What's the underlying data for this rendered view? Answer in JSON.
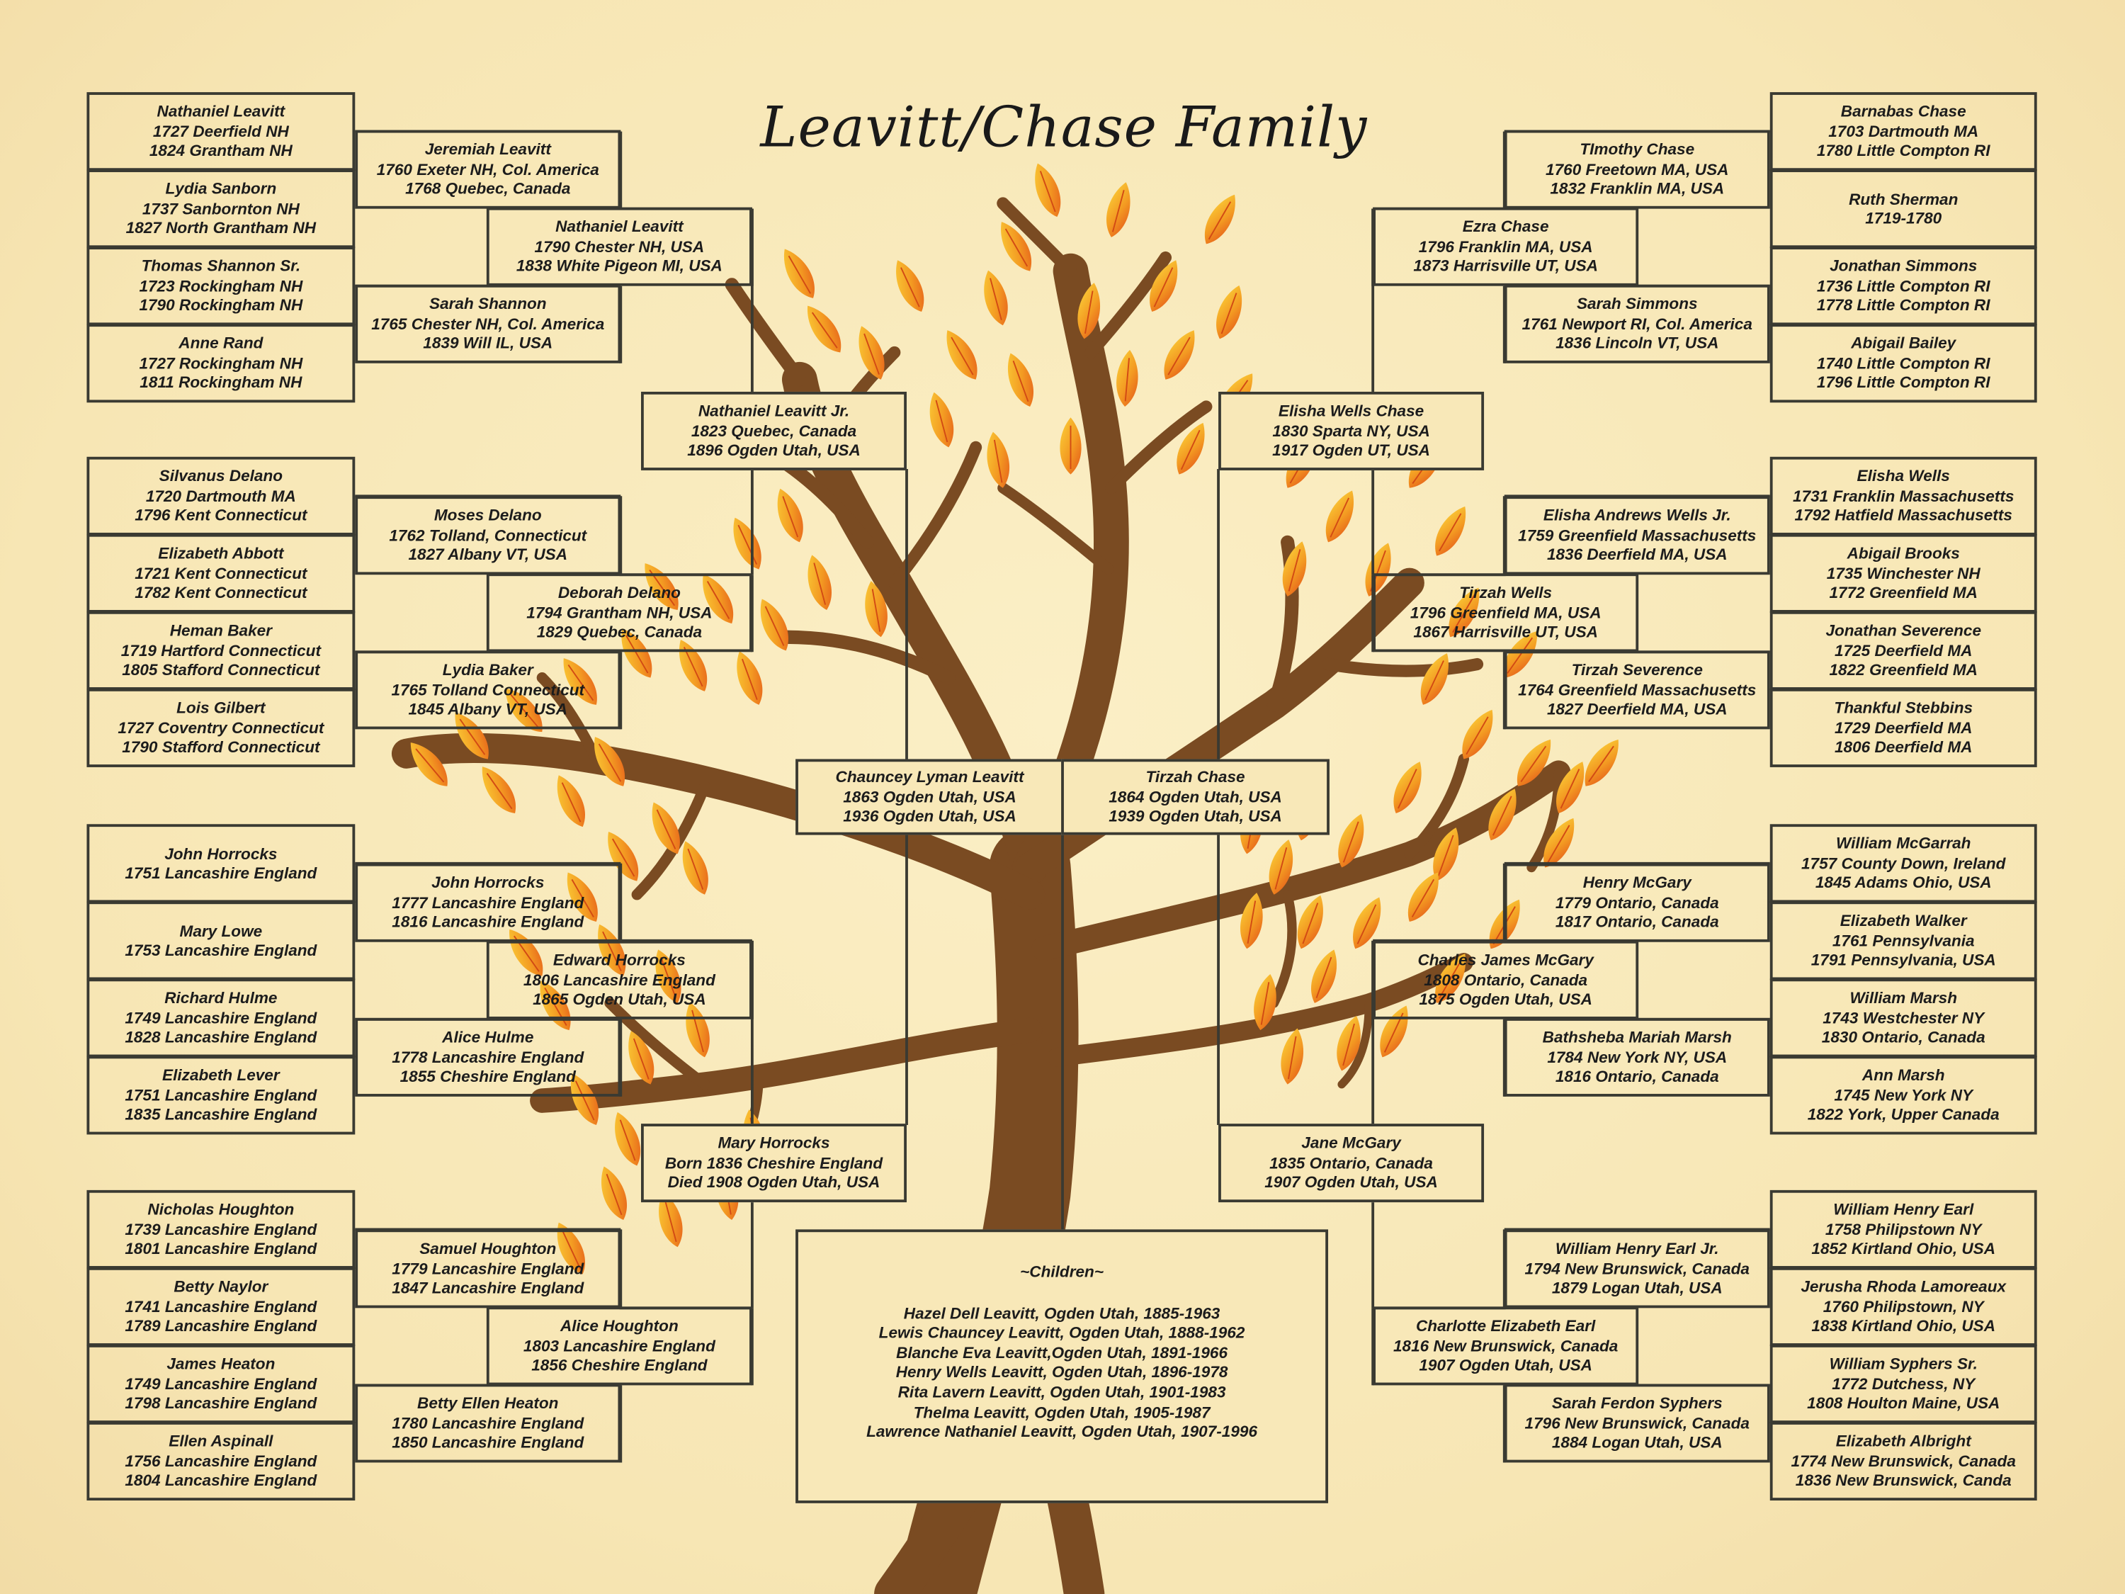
{
  "title": "Leavitt/Chase Family",
  "people": {
    "nathaniel_leavitt_1727": [
      "Nathaniel Leavitt",
      "1727 Deerfield NH",
      "1824 Grantham NH"
    ],
    "lydia_sanborn": [
      "Lydia Sanborn",
      "1737 Sanbornton NH",
      "1827 North Grantham NH"
    ],
    "thomas_shannon": [
      "Thomas Shannon Sr.",
      "1723 Rockingham NH",
      "1790 Rockingham NH"
    ],
    "anne_rand": [
      "Anne Rand",
      "1727 Rockingham NH",
      "1811 Rockingham NH"
    ],
    "jeremiah_leavitt": [
      "Jeremiah Leavitt",
      "1760 Exeter NH, Col. America",
      "1768 Quebec, Canada"
    ],
    "sarah_shannon": [
      "Sarah Shannon",
      "1765 Chester NH, Col. America",
      "1839 Will IL, USA"
    ],
    "nathaniel_leavitt_1790": [
      "Nathaniel Leavitt",
      "1790 Chester NH, USA",
      "1838 White Pigeon MI, USA"
    ],
    "nathaniel_leavitt_jr": [
      "Nathaniel Leavitt Jr.",
      "1823 Quebec, Canada",
      "1896 Ogden Utah, USA"
    ],
    "silvanus_delano": [
      "Silvanus Delano",
      "1720 Dartmouth MA",
      "1796 Kent Connecticut"
    ],
    "elizabeth_abbott": [
      "Elizabeth Abbott",
      "1721 Kent Connecticut",
      "1782 Kent Connecticut"
    ],
    "heman_baker": [
      "Heman Baker",
      "1719 Hartford Connecticut",
      "1805 Stafford Connecticut"
    ],
    "lois_gilbert": [
      "Lois Gilbert",
      "1727 Coventry Connecticut",
      "1790 Stafford Connecticut"
    ],
    "moses_delano": [
      "Moses Delano",
      "1762 Tolland, Connecticut",
      "1827 Albany VT, USA"
    ],
    "lydia_baker": [
      "Lydia Baker",
      "1765 Tolland Connecticut",
      "1845 Albany VT, USA"
    ],
    "deborah_delano": [
      "Deborah Delano",
      "1794 Grantham NH, USA",
      "1829 Quebec, Canada"
    ],
    "chauncey_lyman_leavitt": [
      "Chauncey Lyman Leavitt",
      "1863 Ogden Utah, USA",
      "1936 Ogden Utah, USA"
    ],
    "john_horrocks_1751": [
      "John Horrocks",
      "1751 Lancashire England"
    ],
    "mary_lowe": [
      "Mary Lowe",
      "1753 Lancashire England"
    ],
    "richard_hulme": [
      "Richard Hulme",
      "1749 Lancashire England",
      "1828 Lancashire England"
    ],
    "elizabeth_lever": [
      "Elizabeth Lever",
      "1751 Lancashire England",
      "1835 Lancashire England"
    ],
    "john_horrocks_1777": [
      "John Horrocks",
      "1777 Lancashire England",
      "1816 Lancashire England"
    ],
    "alice_hulme": [
      "Alice Hulme",
      "1778 Lancashire England",
      "1855 Cheshire England"
    ],
    "edward_horrocks": [
      "Edward Horrocks",
      "1806 Lancashire England",
      "1865 Ogden Utah, USA"
    ],
    "mary_horrocks": [
      "Mary Horrocks",
      "Born 1836 Cheshire England",
      "Died 1908 Ogden Utah, USA"
    ],
    "nicholas_houghton": [
      "Nicholas Houghton",
      "1739 Lancashire England",
      "1801 Lancashire England"
    ],
    "betty_naylor": [
      "Betty Naylor",
      "1741 Lancashire England",
      "1789 Lancashire England"
    ],
    "james_heaton": [
      "James Heaton",
      "1749 Lancashire England",
      "1798 Lancashire England"
    ],
    "ellen_aspinall": [
      "Ellen Aspinall",
      "1756 Lancashire England",
      "1804 Lancashire England"
    ],
    "samuel_houghton": [
      "Samuel Houghton",
      "1779 Lancashire England",
      "1847 Lancashire England"
    ],
    "betty_ellen_heaton": [
      "Betty Ellen Heaton",
      "1780 Lancashire England",
      "1850 Lancashire England"
    ],
    "alice_houghton": [
      "Alice Houghton",
      "1803 Lancashire England",
      "1856 Cheshire England"
    ],
    "barnabas_chase": [
      "Barnabas Chase",
      "1703 Dartmouth MA",
      "1780 Little Compton RI"
    ],
    "ruth_sherman": [
      "Ruth Sherman",
      "1719-1780"
    ],
    "jonathan_simmons": [
      "Jonathan Simmons",
      "1736 Little Compton RI",
      "1778 Little Compton RI"
    ],
    "abigail_bailey": [
      "Abigail Bailey",
      "1740 Little Compton RI",
      "1796 Little Compton RI"
    ],
    "timothy_chase": [
      "TImothy Chase",
      "1760 Freetown MA, USA",
      "1832 Franklin MA, USA"
    ],
    "sarah_simmons": [
      "Sarah Simmons",
      "1761 Newport RI, Col. America",
      "1836 Lincoln VT, USA"
    ],
    "ezra_chase": [
      "Ezra Chase",
      "1796 Franklin MA, USA",
      "1873 Harrisville UT, USA"
    ],
    "elisha_wells_chase": [
      "Elisha Wells Chase",
      "1830 Sparta NY, USA",
      "1917 Ogden UT, USA"
    ],
    "elisha_wells": [
      "Elisha Wells",
      "1731 Franklin Massachusetts",
      "1792 Hatfield Massachusetts"
    ],
    "abigail_brooks": [
      "Abigail Brooks",
      "1735 Winchester NH",
      "1772 Greenfield MA"
    ],
    "jonathan_severence": [
      "Jonathan Severence",
      "1725 Deerfield MA",
      "1822 Greenfield MA"
    ],
    "thankful_stebbins": [
      "Thankful Stebbins",
      "1729 Deerfield MA",
      "1806 Deerfield MA"
    ],
    "elisha_andrews_wells": [
      "Elisha Andrews Wells Jr.",
      "1759 Greenfield Massachusetts",
      "1836 Deerfield MA, USA"
    ],
    "tirzah_severence": [
      "Tirzah Severence",
      "1764 Greenfield Massachusetts",
      "1827 Deerfield MA, USA"
    ],
    "tirzah_wells": [
      "Tirzah Wells",
      "1796 Greenfield MA, USA",
      "1867 Harrisville UT, USA"
    ],
    "tirzah_chase": [
      "Tirzah Chase",
      "1864 Ogden Utah, USA",
      "1939 Ogden Utah, USA"
    ],
    "william_mcgarrah": [
      "William McGarrah",
      "1757 County Down, Ireland",
      "1845 Adams Ohio, USA"
    ],
    "elizabeth_walker": [
      "Elizabeth Walker",
      "1761 Pennsylvania",
      "1791 Pennsylvania, USA"
    ],
    "william_marsh": [
      "William Marsh",
      "1743 Westchester NY",
      "1830 Ontario, Canada"
    ],
    "ann_marsh": [
      "Ann Marsh",
      "1745 New York NY",
      "1822 York, Upper Canada"
    ],
    "henry_mcgary": [
      "Henry McGary",
      "1779 Ontario, Canada",
      "1817 Ontario, Canada"
    ],
    "bathsheba_marsh": [
      "Bathsheba Mariah Marsh",
      "1784 New York NY, USA",
      "1816 Ontario, Canada"
    ],
    "charles_james_mcgary": [
      "Charles James McGary",
      "1808 Ontario, Canada",
      "1875 Ogden Utah, USA"
    ],
    "jane_mcgary": [
      "Jane McGary",
      "1835 Ontario, Canada",
      "1907 Ogden Utah, USA"
    ],
    "william_henry_earl": [
      "William Henry Earl",
      "1758 Philipstown NY",
      "1852 Kirtland Ohio, USA"
    ],
    "jerusha_lamoreaux": [
      "Jerusha Rhoda Lamoreaux",
      "1760 Philipstown, NY",
      "1838 Kirtland Ohio, USA"
    ],
    "william_syphers": [
      "William Syphers Sr.",
      "1772 Dutchess, NY",
      "1808 Houlton Maine, USA"
    ],
    "elizabeth_albright": [
      "Elizabeth Albright",
      "1774 New Brunswick, Canada",
      "1836 New Brunswick, Canda"
    ],
    "william_henry_earl_jr": [
      "William Henry Earl Jr.",
      "1794 New Brunswick, Canada",
      "1879 Logan Utah, USA"
    ],
    "sarah_ferdon_syphers": [
      "Sarah Ferdon Syphers",
      "1796 New Brunswick, Canada",
      "1884 Logan Utah, USA"
    ],
    "charlotte_earl": [
      "Charlotte Elizabeth Earl",
      "1816 New Brunswick, Canada",
      "1907 Ogden Utah, USA"
    ]
  },
  "children": {
    "heading": "~Children~",
    "list": [
      "Hazel Dell Leavitt, Ogden Utah, 1885-1963",
      "Lewis Chauncey Leavitt, Ogden Utah, 1888-1962",
      "Blanche Eva Leavitt,Ogden Utah, 1891-1966",
      "Henry Wells Leavitt, Ogden Utah, 1896-1978",
      "Rita Lavern Leavitt, Ogden Utah, 1901-1983",
      "Thelma Leavitt, Ogden Utah, 1905-1987",
      "Lawrence Nathaniel Leavitt, Ogden Utah, 1907-1996"
    ]
  },
  "colors": {
    "background": "#f8e8b8",
    "trunk": "#7a4b22",
    "leaf_light": "#f7c02a",
    "leaf_dark": "#e8641a",
    "box_border": "#3a3a32"
  }
}
